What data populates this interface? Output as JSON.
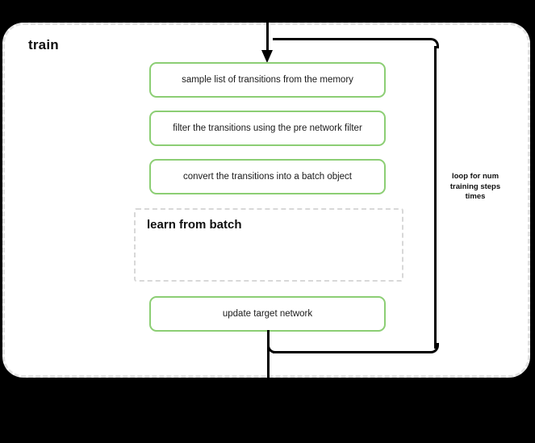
{
  "diagram": {
    "container": {
      "title": "train",
      "border_color": "#e2e2e2",
      "background": "#ffffff"
    },
    "canvas_background": "#000000",
    "accent_color": "#8cce74",
    "connector_color": "#000000",
    "nodes": [
      {
        "id": "sample",
        "label": "sample list of transitions from the memory"
      },
      {
        "id": "filter",
        "label": "filter the transitions using the pre network filter"
      },
      {
        "id": "convert",
        "label": "convert the transitions into a batch object"
      },
      {
        "id": "update",
        "label": "update target network"
      }
    ],
    "group": {
      "id": "learn-from-batch",
      "title": "learn from batch",
      "border_style": "dashed",
      "border_color": "#d8d8d8"
    },
    "loop": {
      "id": "training-steps-loop",
      "label_line1": "loop for num",
      "label_line2": "training steps",
      "label_line3": "times"
    }
  }
}
